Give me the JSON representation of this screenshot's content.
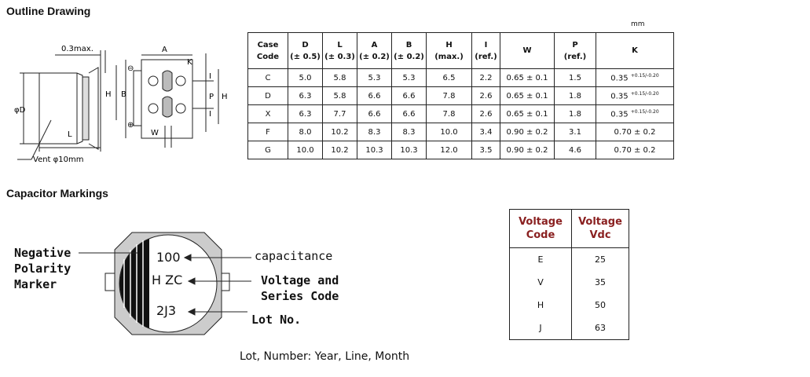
{
  "sections": {
    "outline_title": "Outline Drawing",
    "markings_title": "Capacitor Markings"
  },
  "outline_drawing": {
    "label_03max": "0.3max.",
    "label_A": "A",
    "label_K": "K",
    "label_phiD": "φD",
    "label_H": "H",
    "label_B": "B",
    "label_I": "I",
    "label_P": "P",
    "label_I2": "I",
    "label_H2": "H",
    "label_L": "L",
    "label_W": "W",
    "vent_label": "Vent φ10mm",
    "polarity_plus": "⊕",
    "polarity_minus": "⊖"
  },
  "dimension_table": {
    "unit": "mm",
    "headers": [
      {
        "top": "Case",
        "bottom": "Code"
      },
      {
        "top": "D",
        "bottom": "(± 0.5)"
      },
      {
        "top": "L",
        "bottom": "(± 0.3)"
      },
      {
        "top": "A",
        "bottom": "(± 0.2)"
      },
      {
        "top": "B",
        "bottom": "(± 0.2)"
      },
      {
        "top": "H",
        "bottom": "(max.)"
      },
      {
        "top": "I",
        "bottom": "(ref.)"
      },
      {
        "top": "W",
        "bottom": ""
      },
      {
        "top": "P",
        "bottom": "(ref.)"
      },
      {
        "top": "K",
        "bottom": ""
      }
    ],
    "rows": [
      {
        "case": "C",
        "D": "5.0",
        "L": "5.8",
        "A": "5.3",
        "B": "5.3",
        "H": "6.5",
        "I": "2.2",
        "W": "0.65 ± 0.1",
        "P": "1.5",
        "K": "0.35",
        "K_tol": "+0.15/-0.20"
      },
      {
        "case": "D",
        "D": "6.3",
        "L": "5.8",
        "A": "6.6",
        "B": "6.6",
        "H": "7.8",
        "I": "2.6",
        "W": "0.65 ± 0.1",
        "P": "1.8",
        "K": "0.35",
        "K_tol": "+0.15/-0.20"
      },
      {
        "case": "X",
        "D": "6.3",
        "L": "7.7",
        "A": "6.6",
        "B": "6.6",
        "H": "7.8",
        "I": "2.6",
        "W": "0.65 ± 0.1",
        "P": "1.8",
        "K": "0.35",
        "K_tol": "+0.15/-0.20"
      },
      {
        "case": "F",
        "D": "8.0",
        "L": "10.2",
        "A": "8.3",
        "B": "8.3",
        "H": "10.0",
        "I": "3.4",
        "W": "0.90 ± 0.2",
        "P": "3.1",
        "K": "0.70 ± 0.2",
        "K_tol": ""
      },
      {
        "case": "G",
        "D": "10.0",
        "L": "10.2",
        "A": "10.3",
        "B": "10.3",
        "H": "12.0",
        "I": "3.5",
        "W": "0.90 ± 0.2",
        "P": "4.6",
        "K": "0.70 ± 0.2",
        "K_tol": ""
      }
    ]
  },
  "markings": {
    "cap_line1": "100",
    "cap_line2": "H ZC",
    "cap_line3": "2J3",
    "label_negative": "Negative Polarity Marker",
    "label_negative_lines": [
      "Negative",
      "Polarity",
      "Marker"
    ],
    "label_capacitance": "capacitance",
    "label_voltage_lines": [
      "Voltage and",
      "Series Code"
    ],
    "label_lot": "Lot No.",
    "caption": "Lot, Number:  Year, Line, Month"
  },
  "voltage_table": {
    "headers": [
      {
        "top": "Voltage",
        "bottom": "Code"
      },
      {
        "top": "Voltage",
        "bottom": "Vdc"
      }
    ],
    "rows": [
      {
        "code": "E",
        "vdc": "25"
      },
      {
        "code": "V",
        "vdc": "35"
      },
      {
        "code": "H",
        "vdc": "50"
      },
      {
        "code": "J",
        "vdc": "63"
      }
    ]
  },
  "colors": {
    "header_text": "#8a2020",
    "capacitor_body": "#cccccc",
    "polarity_band": "#111111"
  }
}
